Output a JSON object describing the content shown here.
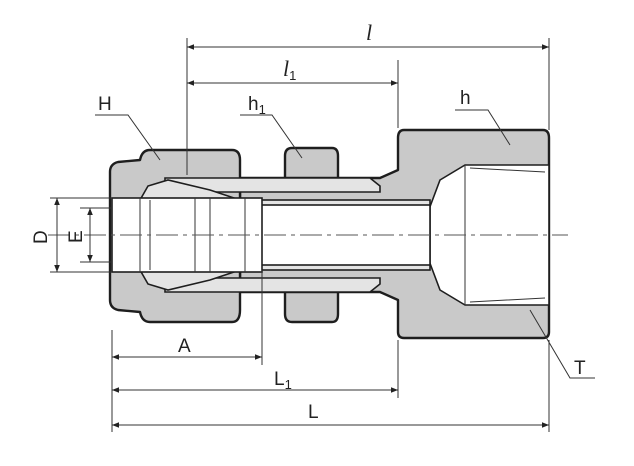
{
  "labels": {
    "l": "l",
    "l1_main": "l",
    "l1_sub": "1",
    "H": "H",
    "h1_main": "h",
    "h1_sub": "1",
    "h": "h",
    "D": "D",
    "E": "E",
    "A": "A",
    "L1_main": "L",
    "L1_sub": "1",
    "L": "L",
    "T": "T"
  },
  "colors": {
    "part_fill": "#c9c9c9",
    "line": "#1e1e1e"
  }
}
